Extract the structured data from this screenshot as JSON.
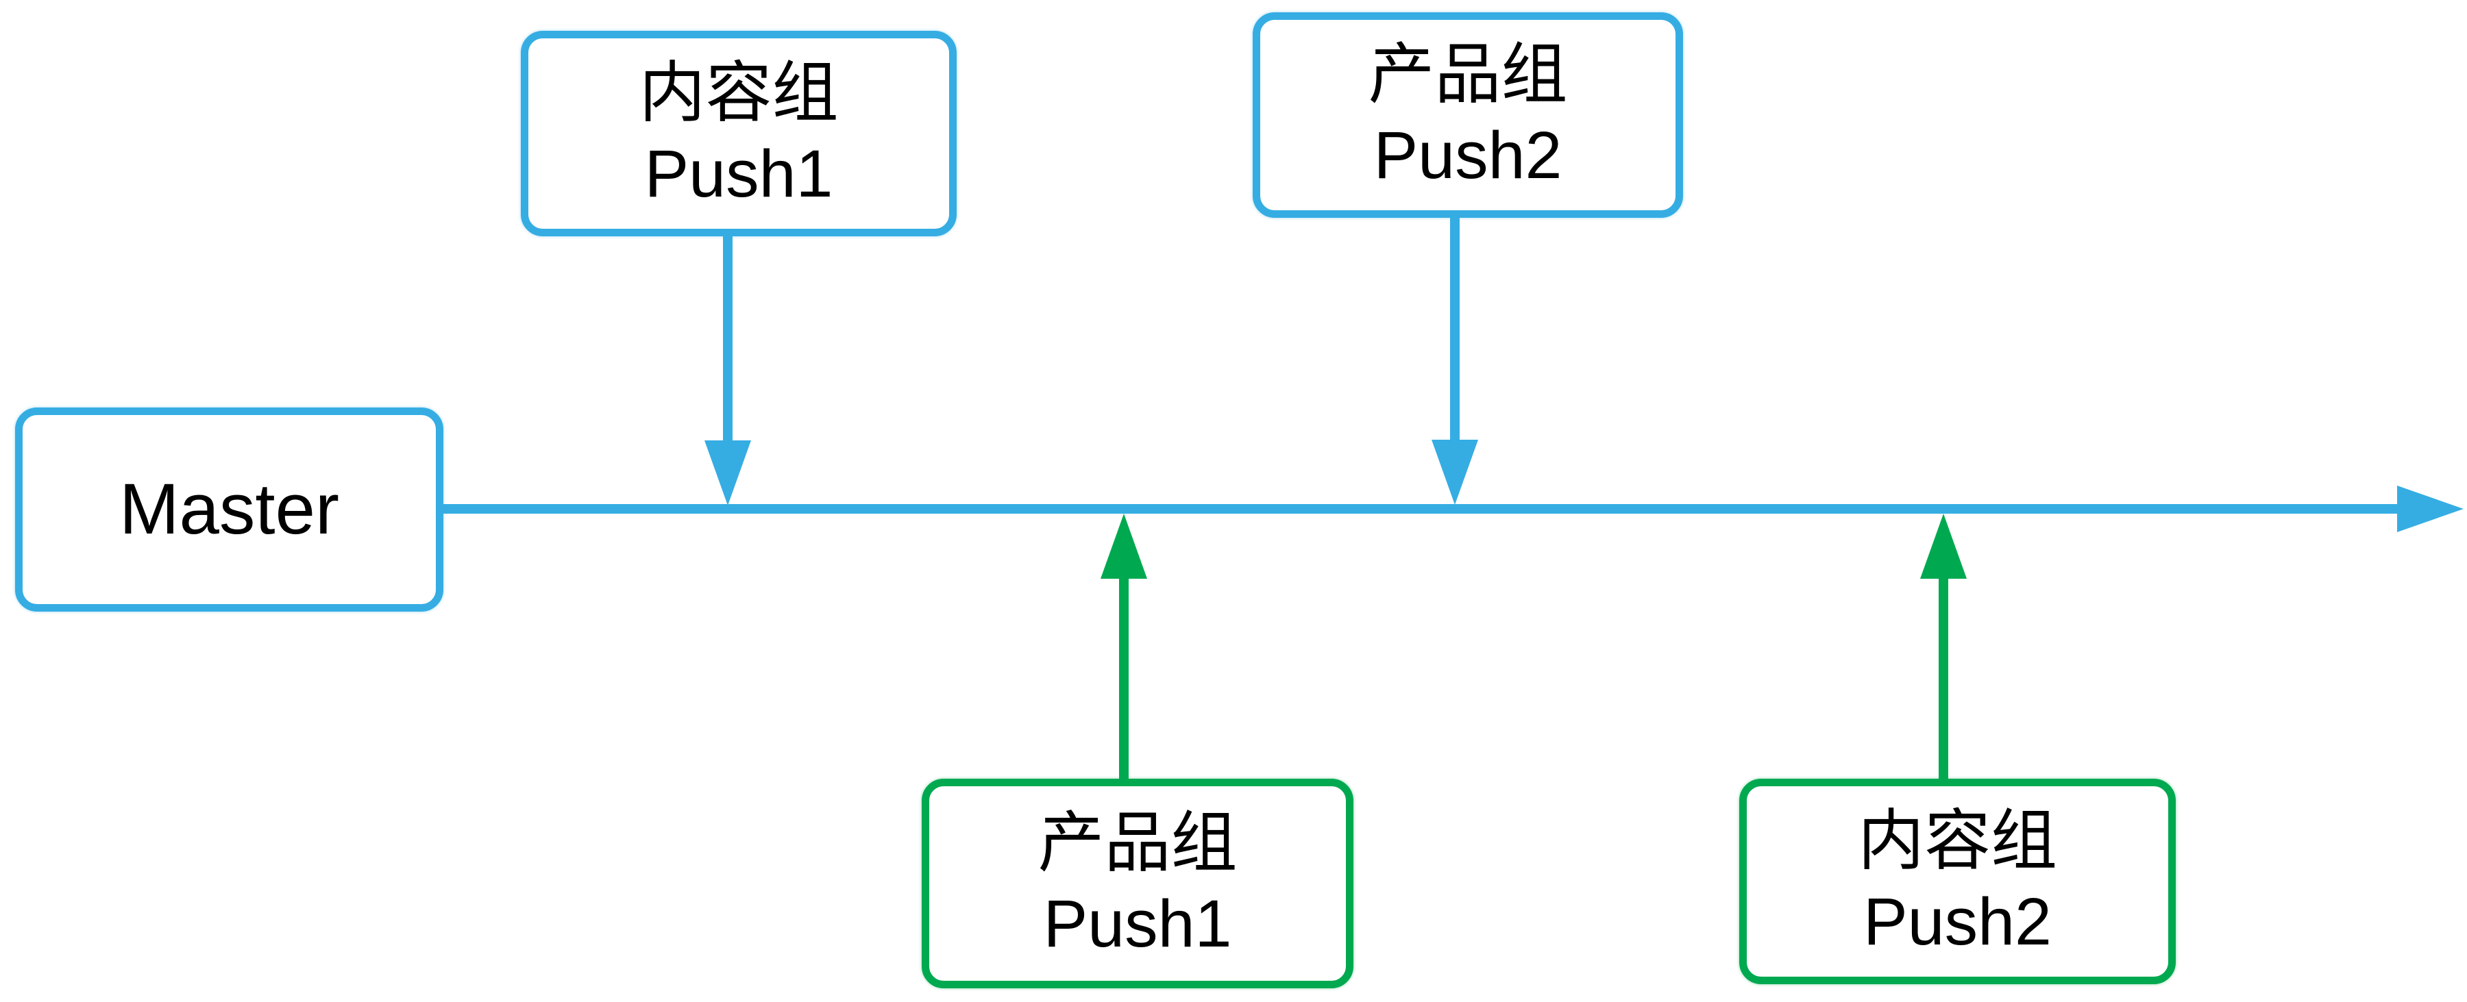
{
  "diagram": {
    "colors": {
      "blue": "#35ADE3",
      "green": "#00A94F",
      "text": "#000000",
      "background": "#ffffff"
    },
    "master": {
      "label": "Master"
    },
    "timeline": {
      "arrowhead": "right-arrowhead-icon"
    },
    "top_boxes": [
      {
        "line1": "内容组",
        "line2": "Push1",
        "arrow": "down-arrow-icon",
        "color_role": "blue"
      },
      {
        "line1": "产品组",
        "line2": "Push2",
        "arrow": "down-arrow-icon",
        "color_role": "blue"
      }
    ],
    "bottom_boxes": [
      {
        "line1": "产品组",
        "line2": "Push1",
        "arrow": "up-arrow-icon",
        "color_role": "green"
      },
      {
        "line1": "内容组",
        "line2": "Push2",
        "arrow": "up-arrow-icon",
        "color_role": "green"
      }
    ]
  }
}
